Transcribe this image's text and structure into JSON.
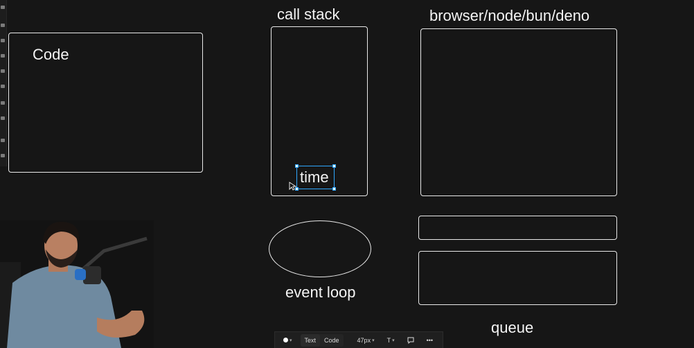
{
  "canvas": {
    "labels": {
      "code": "Code",
      "call_stack": "call stack",
      "browser": "browser/node/bun/deno",
      "event_loop": "event loop",
      "queue": "queue"
    },
    "selected_text": "time"
  },
  "toolbar": {
    "text_tab": "Text",
    "code_tab": "Code",
    "font_size": "47px",
    "text_style": "T",
    "more_label": "•••"
  },
  "icons": [
    "color-dot-icon",
    "comment-icon",
    "more-icon",
    "cursor-icon"
  ]
}
